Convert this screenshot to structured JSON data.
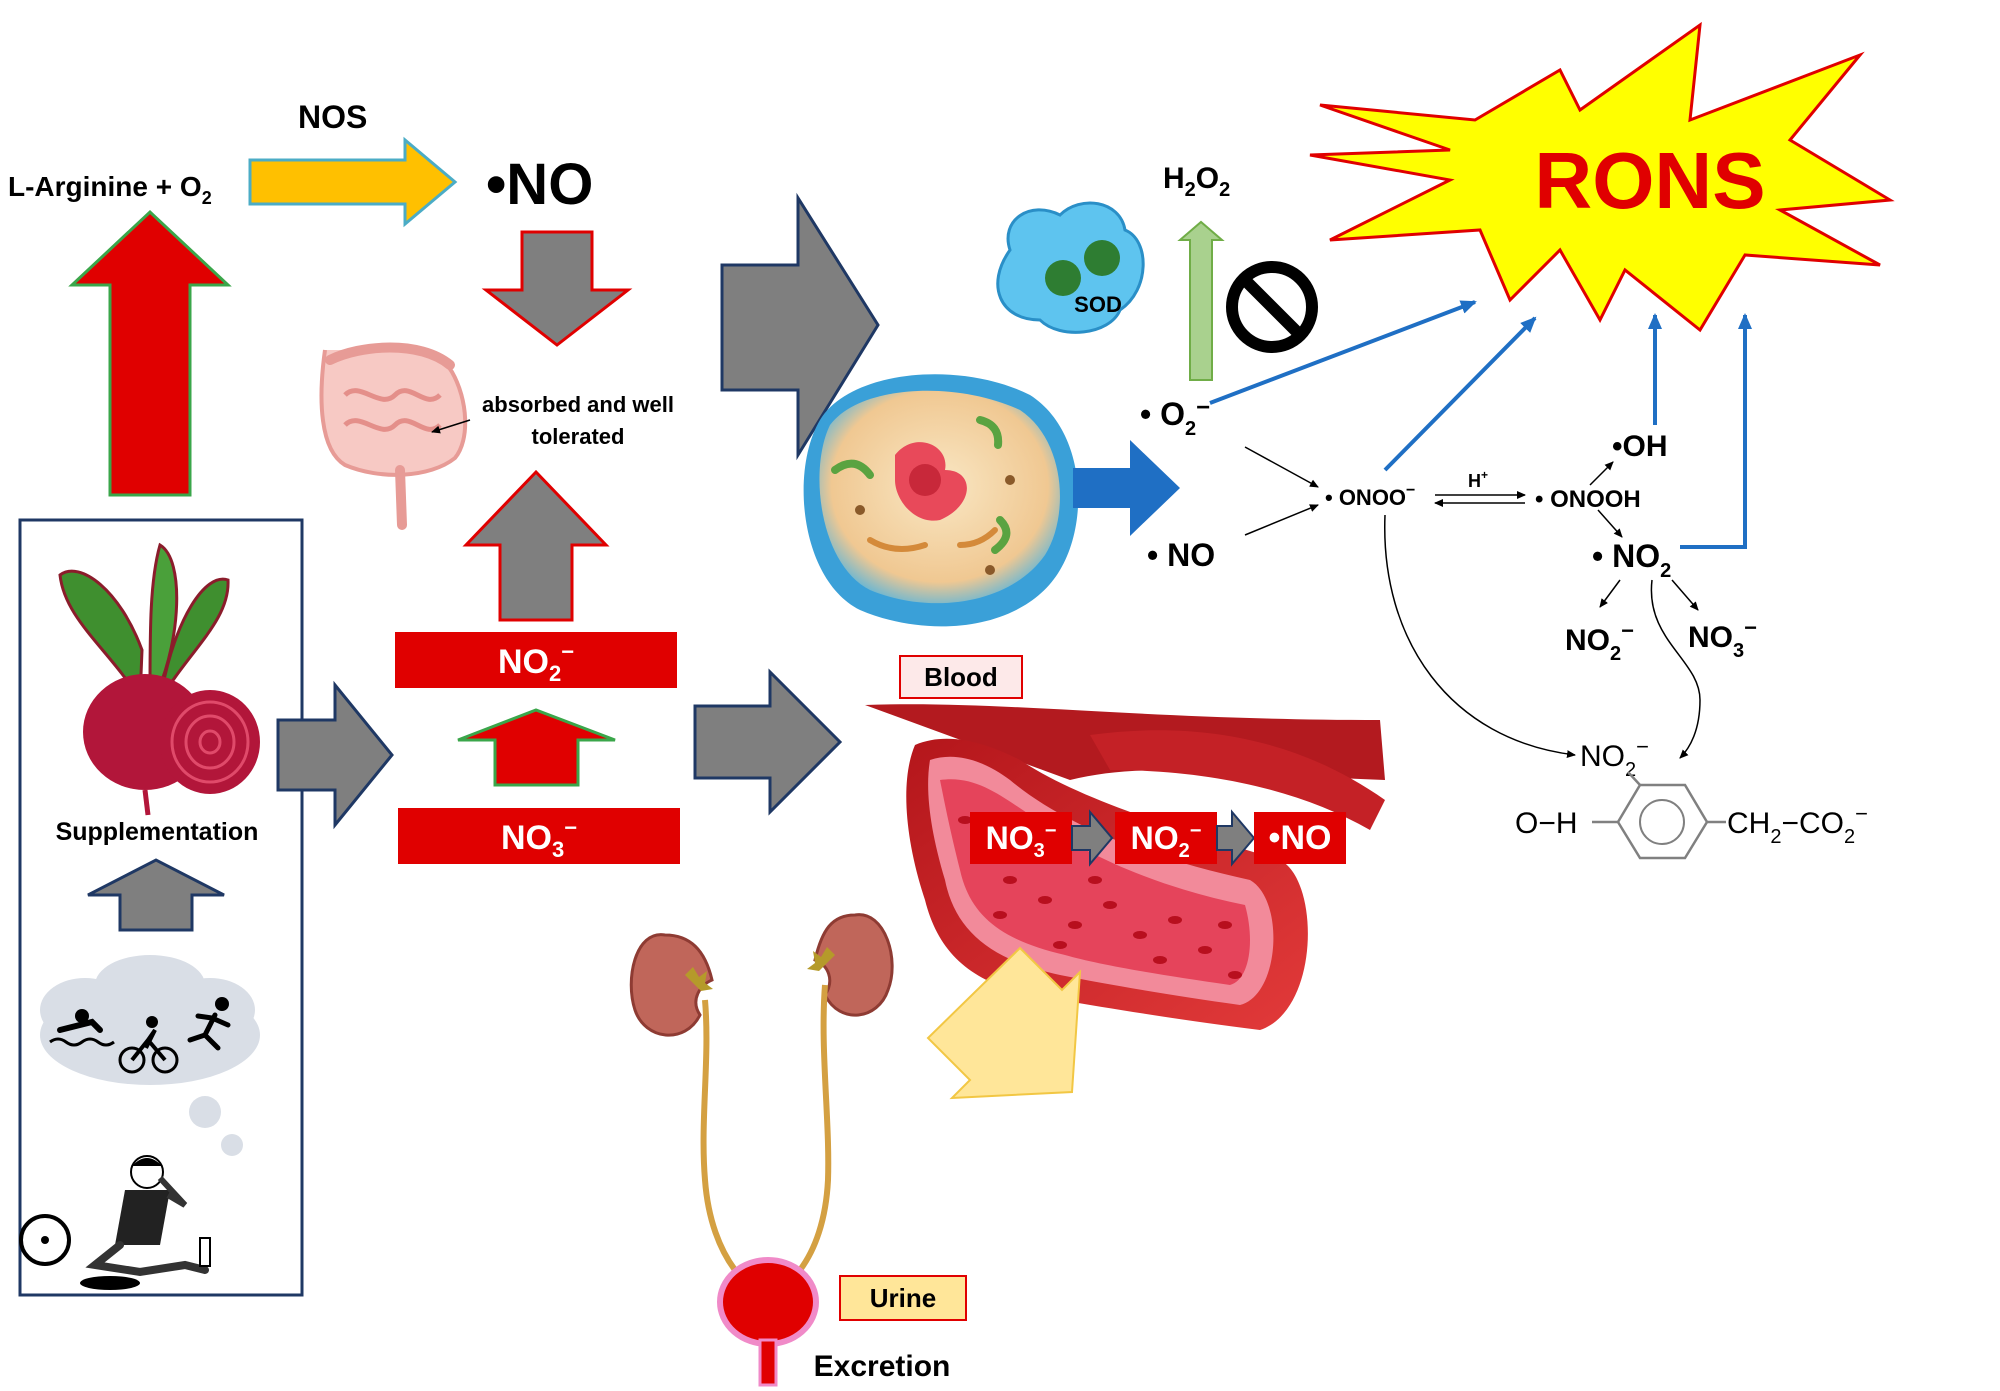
{
  "labels": {
    "nos": "NOS",
    "l_arginine": "L-Arginine + O",
    "l_arginine_sub": "2",
    "no_radical": "•NO",
    "h2o2_h": "H",
    "h2o2_sub": "2",
    "h2o2_o": "O",
    "sod": "SOD",
    "rons": "RONS",
    "absorbed_line1": "absorbed and well",
    "absorbed_line2": "tolerated",
    "no2_box": "NO",
    "no2_box_sub": "2",
    "no2_box_sup": "−",
    "no3_box": "NO",
    "no3_box_sub": "3",
    "no3_box_sup": "−",
    "supplementation": "Supplementation",
    "blood": "Blood",
    "urine": "Urine",
    "excretion": "Excretion",
    "blood_no3": "NO",
    "blood_no3_sub": "3",
    "blood_no3_sup": "−",
    "blood_no2": "NO",
    "blood_no2_sub": "2",
    "blood_no2_sup": "−",
    "blood_no": "•NO"
  },
  "chemistry": {
    "superoxide": "• O",
    "superoxide_sub": "2",
    "superoxide_sup": "−",
    "nitric_oxide": "• NO",
    "peroxynitrite": "• ONOO",
    "peroxynitrite_sup": "−",
    "h_plus": "H",
    "h_plus_sup": "+",
    "peroxynitrous": "• ONOOH",
    "hydroxyl": "•OH",
    "no2_radical": "• NO",
    "no2_radical_sub": "2",
    "nitrite": "NO",
    "nitrite_sub": "2",
    "nitrite_sup": "−",
    "nitrate": "NO",
    "nitrate_sub": "3",
    "nitrate_sup": "−",
    "nitrite_product": "NO",
    "nitrite_product_sub": "2",
    "nitrite_product_sup": "−",
    "oh_group": "O−H",
    "side_chain_ch": "CH",
    "side_chain_sub": "2",
    "side_chain_co": "−CO",
    "side_chain_co_sub": "2",
    "side_chain_sup": "−"
  },
  "colors": {
    "red": "#e00000",
    "gray": "#7f7f7f",
    "orange": "#ffc000",
    "blue": "#1f6fc4",
    "yellow": "#ffff00",
    "navy": "#1f3864"
  }
}
